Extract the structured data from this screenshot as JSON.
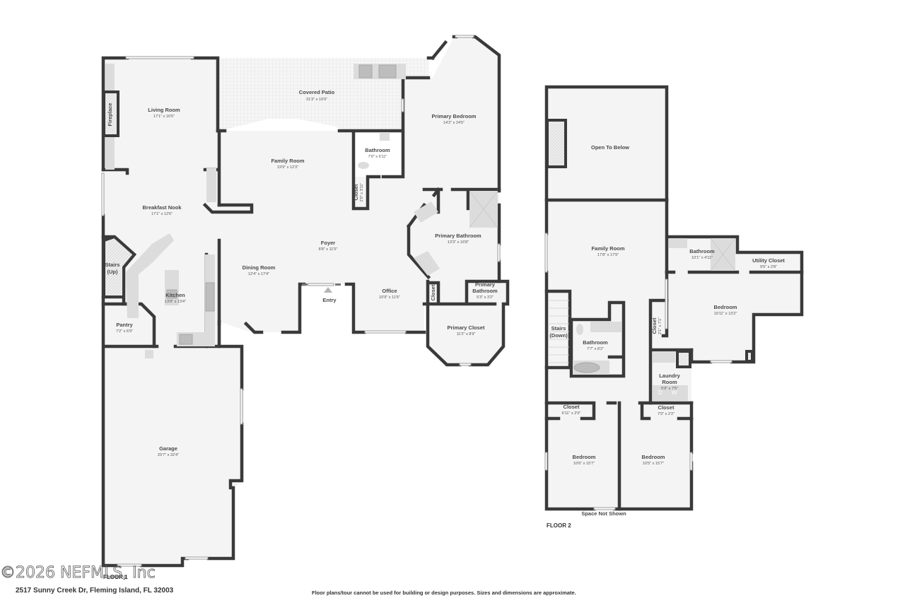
{
  "watermark": "©2026 NEFMLS, Inc",
  "address": "2517 Sunny Creek Dr, Fleming Island, FL 32003",
  "disclaimer": "Floor plans/tour cannot be used for building or design purposes. Sizes and dimensions are approximate.",
  "colors": {
    "wall": "#3a3a3a",
    "floor": "#f4f4f4",
    "text": "#4a4a4a",
    "background": "#ffffff"
  },
  "floor1": {
    "label": "FLOOR 1",
    "entry_label": "Entry",
    "rooms": {
      "living_room": {
        "name": "Living Room",
        "dims": "17'1\" x 16'5\""
      },
      "fireplace": {
        "name": "Fireplace"
      },
      "covered_patio": {
        "name": "Covered Patio",
        "dims": "31'3\" x 10'9\""
      },
      "primary_bedroom": {
        "name": "Primary Bedroom",
        "dims": "14'2\" x 24'5\""
      },
      "family_room": {
        "name": "Family Room",
        "dims": "19'9\" x 12'3\""
      },
      "bathroom": {
        "name": "Bathroom",
        "dims": "7'0\" x 6'11\""
      },
      "closet_small": {
        "name": "Closet",
        "dims": "2'0\" x 3'11\""
      },
      "breakfast_nook": {
        "name": "Breakfast Nook",
        "dims": "17'1\" x 12'6\""
      },
      "foyer": {
        "name": "Foyer",
        "dims": "8'8\" x 11'5\""
      },
      "primary_bathroom": {
        "name": "Primary Bathroom",
        "dims": "13'3\" x 16'8\""
      },
      "stairs_up": {
        "name": "Stairs",
        "name2": "(Up)"
      },
      "kitchen": {
        "name": "Kitchen",
        "dims": "13'8\" x 13'4\""
      },
      "dining_room": {
        "name": "Dining Room",
        "dims": "12'4\" x 17'4\""
      },
      "office": {
        "name": "Office",
        "dims": "10'9\" x 11'6\""
      },
      "primary_closet_side": {
        "name": "Closet"
      },
      "primary_half_bath": {
        "name": "Primary",
        "name2": "Bathroom",
        "dims": "5'3\" x 3'2\""
      },
      "pantry": {
        "name": "Pantry",
        "dims": "7'2\" x 6'9\""
      },
      "primary_closet": {
        "name": "Primary Closet",
        "dims": "11'2\" x 8'9\""
      },
      "garage": {
        "name": "Garage",
        "dims": "20'7\" x 32'4\""
      }
    }
  },
  "floor2": {
    "label": "FLOOR 2",
    "space_not_shown": "Space Not Shown",
    "rooms": {
      "open_to_below": {
        "name": "Open To Below"
      },
      "family_room": {
        "name": "Family Room",
        "dims": "17'8\" x 17'9\""
      },
      "bathroom_upper": {
        "name": "Bathroom",
        "dims": "10'1\" x 4'11\""
      },
      "utility_closet": {
        "name": "Utility Closet",
        "dims": "9'5\" x 2'8\""
      },
      "bedroom_large": {
        "name": "Bedroom",
        "dims": "19'11\" x 13'2\""
      },
      "closet_vertical": {
        "name": "Closet",
        "dims": "2'1\" x 7'1\""
      },
      "stairs_down": {
        "name": "Stairs",
        "name2": "(Down)"
      },
      "bathroom_hall": {
        "name": "Bathroom",
        "dims": "7'7\" x 8'2\""
      },
      "laundry_room": {
        "name": "Laundry",
        "name2": "Room",
        "dims": "5'9\" x 7'5\""
      },
      "closet_left": {
        "name": "Closet",
        "dims": "6'11\" x 2'0\""
      },
      "closet_right": {
        "name": "Closet",
        "dims": "7'0\" x 2'2\""
      },
      "bedroom_left": {
        "name": "Bedroom",
        "dims": "10'6\" x 15'7\""
      },
      "bedroom_right": {
        "name": "Bedroom",
        "dims": "10'5\" x 15'7\""
      }
    }
  }
}
